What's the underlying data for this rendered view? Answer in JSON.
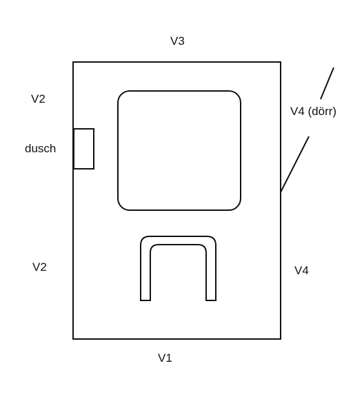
{
  "labels": {
    "top": "V3",
    "left_upper": "V2",
    "left_door": "dusch",
    "left_lower": "V2",
    "right_upper": "V4 (dörr)",
    "right_lower": "V4",
    "bottom": "V1"
  },
  "colors": {
    "line": "#111111",
    "background": "#ffffff"
  }
}
